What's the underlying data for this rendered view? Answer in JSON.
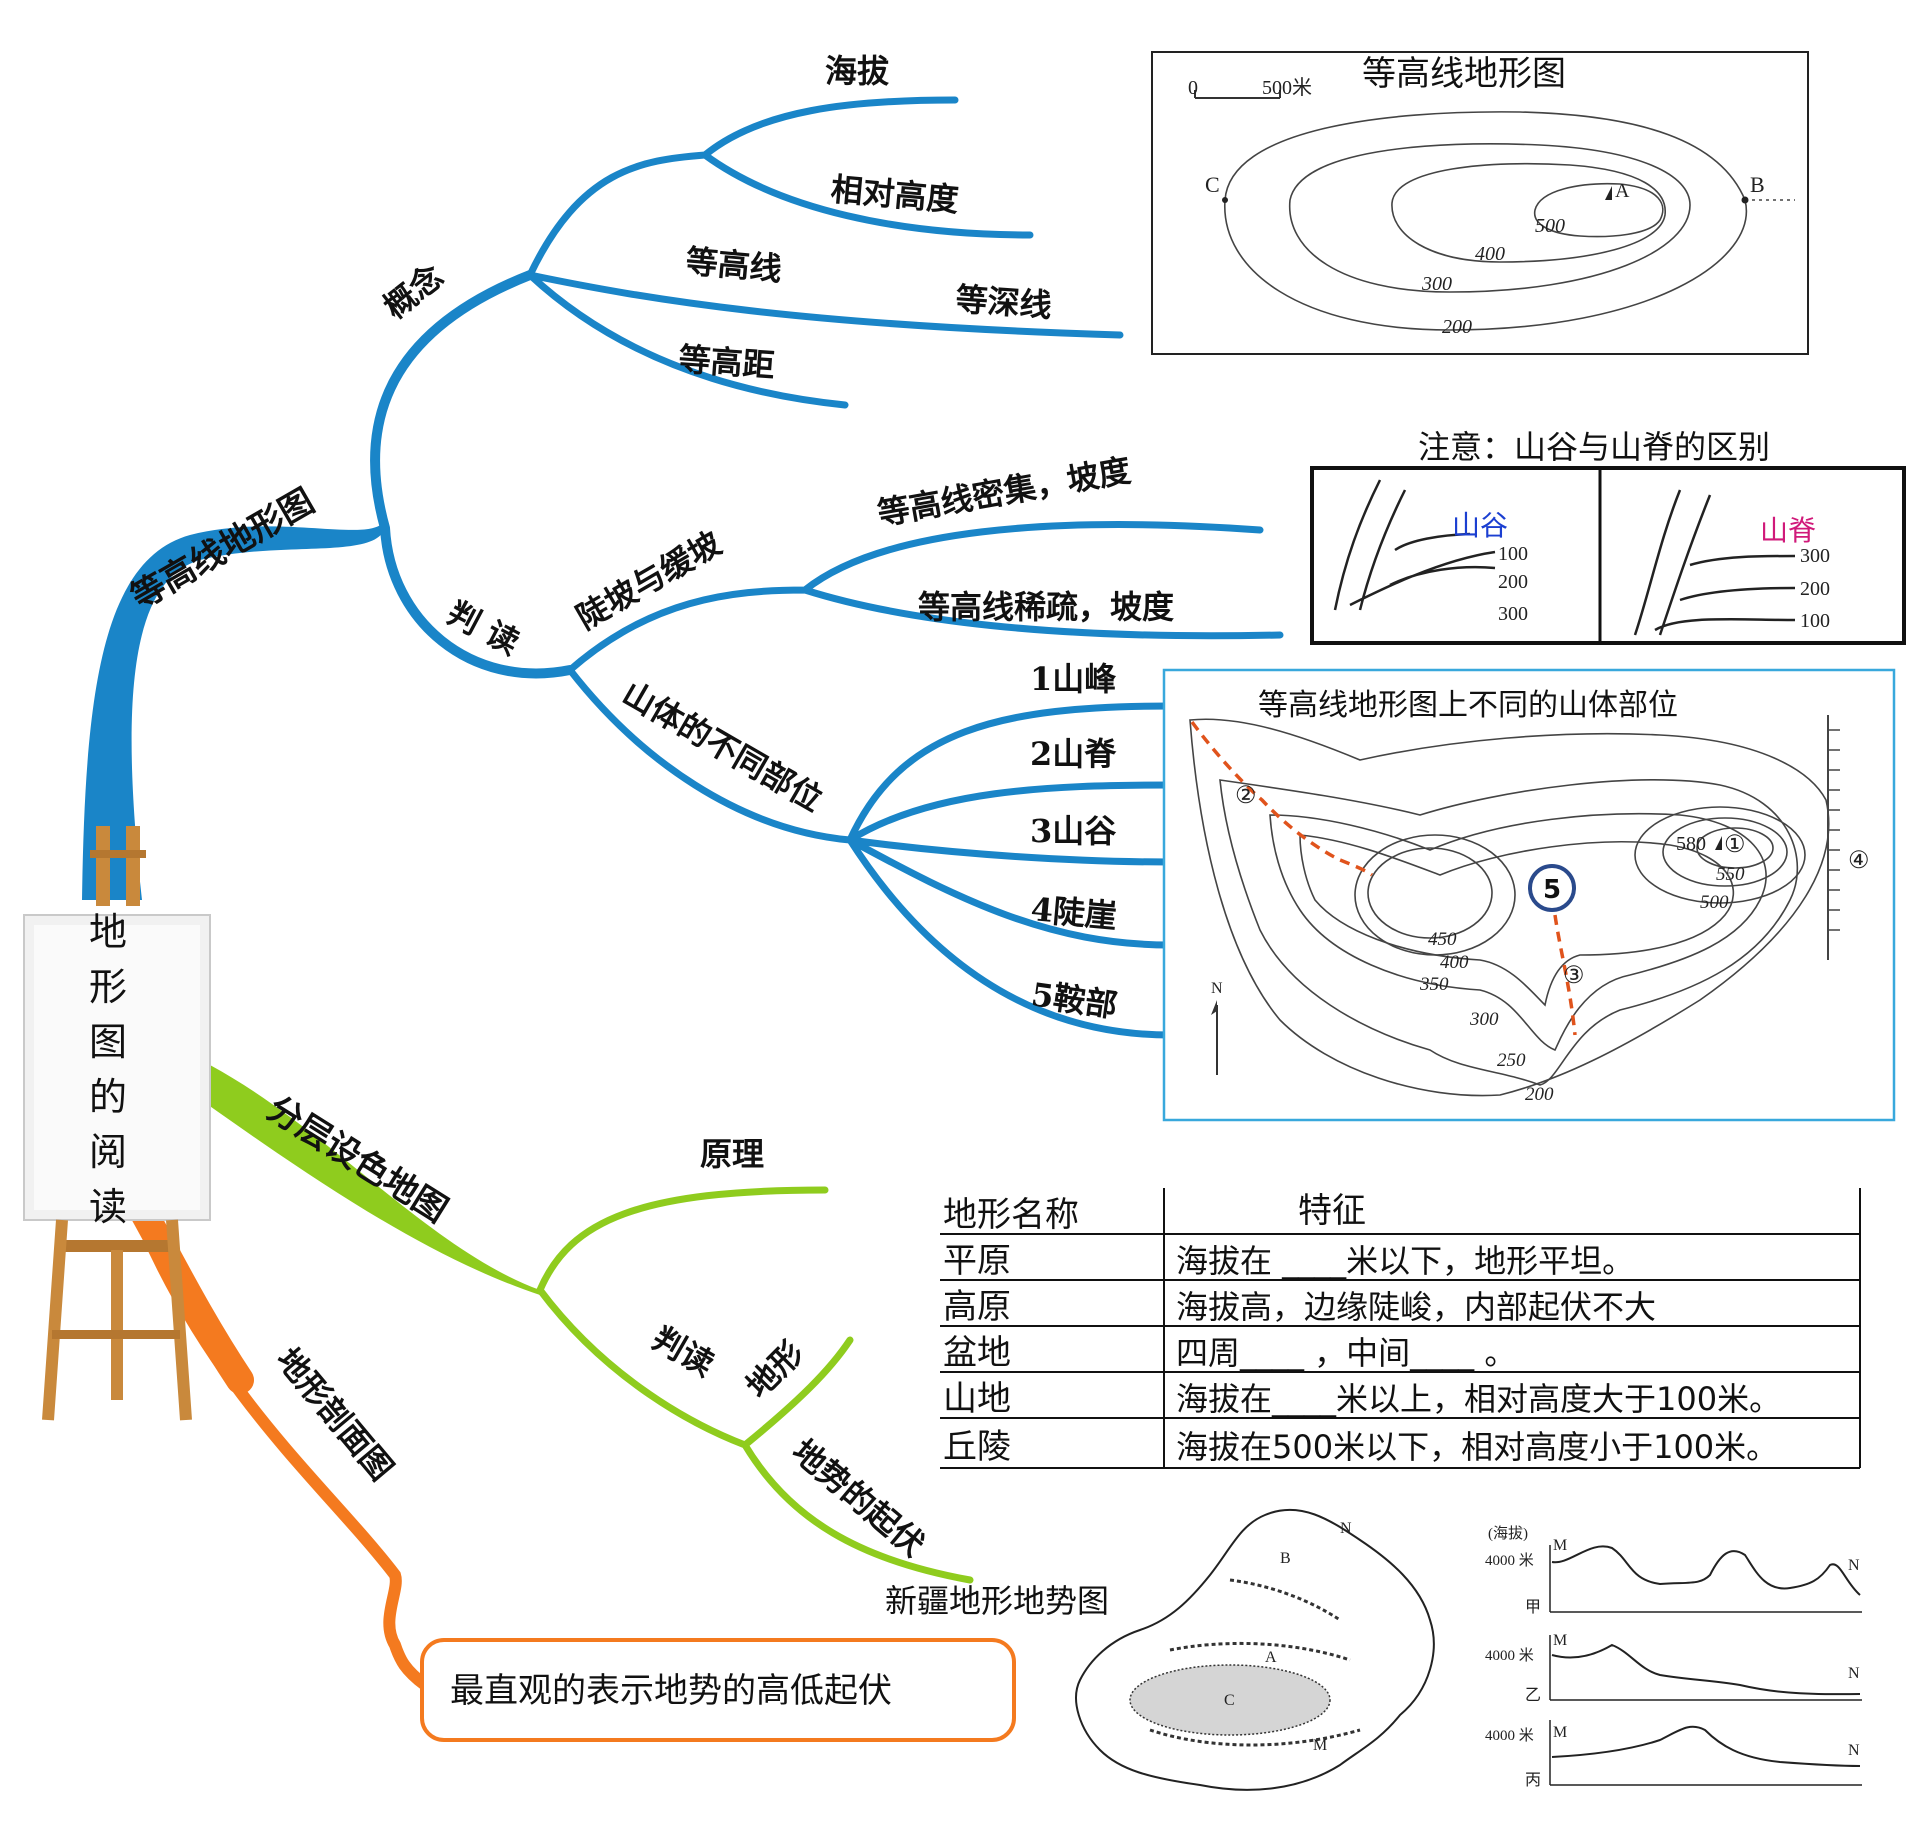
{
  "root": {
    "title_chars": [
      "地",
      "形",
      "图",
      "的",
      "阅",
      "读"
    ]
  },
  "branch1": {
    "label": "等高线地形图",
    "concept": {
      "label": "概念",
      "items": [
        "海拔",
        "相对高度",
        "等高线",
        "等深线",
        "等高距"
      ]
    },
    "judge": {
      "label": "判 读",
      "slope": {
        "label": "陡坡与缓坡",
        "items": [
          "等高线密集，坡度",
          "等高线稀疏，坡度"
        ]
      },
      "parts": {
        "label": "山体的不同部位",
        "items": [
          "1山峰",
          "2山脊",
          "3山谷",
          "4陡崖",
          "5鞍部"
        ]
      }
    }
  },
  "branch2": {
    "label": "分层设色地图",
    "principle": "原理",
    "judge_label": "判读",
    "terrain_label": "地形",
    "relief_label": "地势的起伏",
    "xinjiang_label": "新疆地形地势图"
  },
  "branch3": {
    "label": "地形剖面图",
    "box_text": "最直观的表示地势的高低起伏"
  },
  "fig1": {
    "title": "等高线地形图",
    "scale_zero": "0",
    "scale_end": "500米",
    "points": {
      "a": "A",
      "b": "B",
      "c": "C"
    },
    "contour_labels": [
      "500",
      "400",
      "300",
      "200"
    ]
  },
  "fig2": {
    "title": "注意：山谷与山脊的区别",
    "valley": {
      "label": "山谷",
      "values": [
        "100",
        "200",
        "300"
      ]
    },
    "ridge": {
      "label": "山脊",
      "values": [
        "300",
        "200",
        "100"
      ]
    }
  },
  "fig3": {
    "title": "等高线地形图上不同的山体部位",
    "peak_value": "580",
    "markers": [
      "①",
      "②",
      "③",
      "④",
      "5"
    ],
    "contour_labels": [
      "550",
      "500",
      "450",
      "400",
      "350",
      "300",
      "250",
      "200"
    ],
    "north": "N"
  },
  "table": {
    "headers": [
      "地形名称",
      "特征"
    ],
    "rows": [
      [
        "平原",
        "海拔在 ____米以下，地形平坦。"
      ],
      [
        "高原",
        "海拔高，边缘陡峻，内部起伏不大"
      ],
      [
        "盆地",
        "四周____ ，中间____ 。"
      ],
      [
        "山地",
        "海拔在____米以上，相对高度大于100米。"
      ],
      [
        "丘陵",
        "海拔在500米以下，相对高度小于100米。"
      ]
    ]
  },
  "xinjiang_map": {
    "labels": [
      "N",
      "B",
      "A",
      "C",
      "M"
    ]
  },
  "profiles": {
    "axis_title": "(海拔)",
    "tick": "4000 米",
    "start": "M",
    "end": "N",
    "names": [
      "甲",
      "乙",
      "丙"
    ]
  },
  "colors": {
    "blue": "#1a85c8",
    "green": "#8fcc1e",
    "orange": "#f47a1f",
    "easel": "#c9893c",
    "frame": "#38a8dc"
  }
}
